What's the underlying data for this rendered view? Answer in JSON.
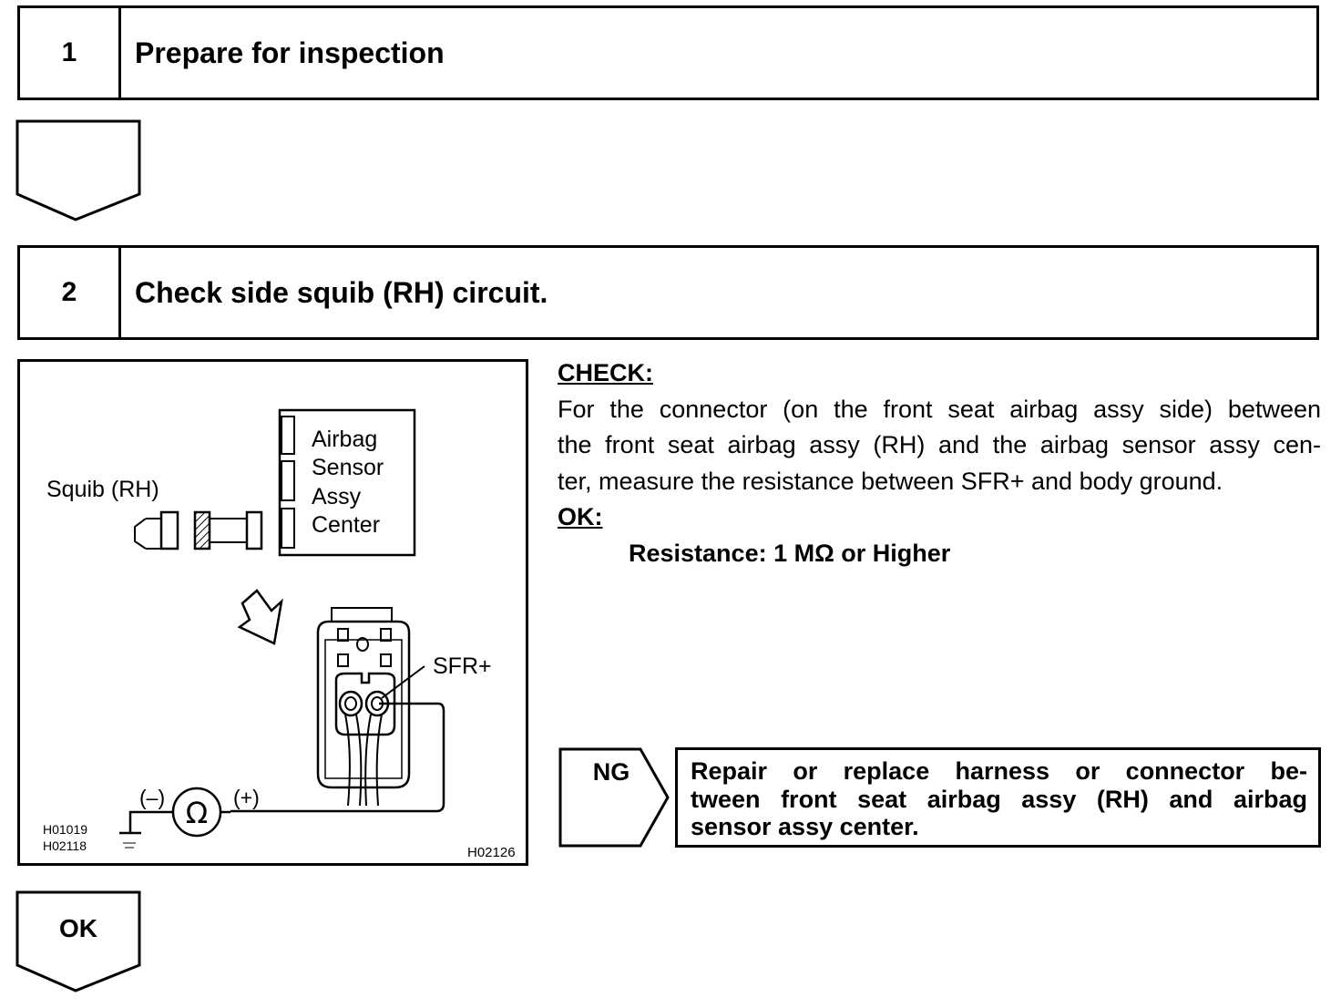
{
  "step1": {
    "number": "1",
    "title": "Prepare for inspection"
  },
  "step2": {
    "number": "2",
    "title": "Check side squib (RH) circuit."
  },
  "figure": {
    "squib_label": "Squib (RH)",
    "ecu_label_lines": [
      "Airbag",
      "Sensor",
      "Assy",
      "Center"
    ],
    "terminal_label": "SFR+",
    "meter_minus": "(–)",
    "meter_plus": "(+)",
    "ohm_symbol": "Ω",
    "ref_code_1": "H01019",
    "ref_code_2": "H02118",
    "figure_code": "H02126"
  },
  "check": {
    "heading": "CHECK:",
    "lines": [
      "For the connector (on the front seat airbag assy side) between",
      "the front seat airbag assy (RH) and the airbag sensor assy cen-",
      "ter, measure the resistance between SFR+ and body ground."
    ],
    "ok_heading": "OK:",
    "result": "Resistance: 1 MΩ or Higher"
  },
  "ng": {
    "tag": "NG",
    "lines": [
      "Repair or replace harness or connector be-",
      "tween front seat airbag assy (RH) and airbag",
      "sensor assy center."
    ]
  },
  "ok_arrow_label": "OK"
}
